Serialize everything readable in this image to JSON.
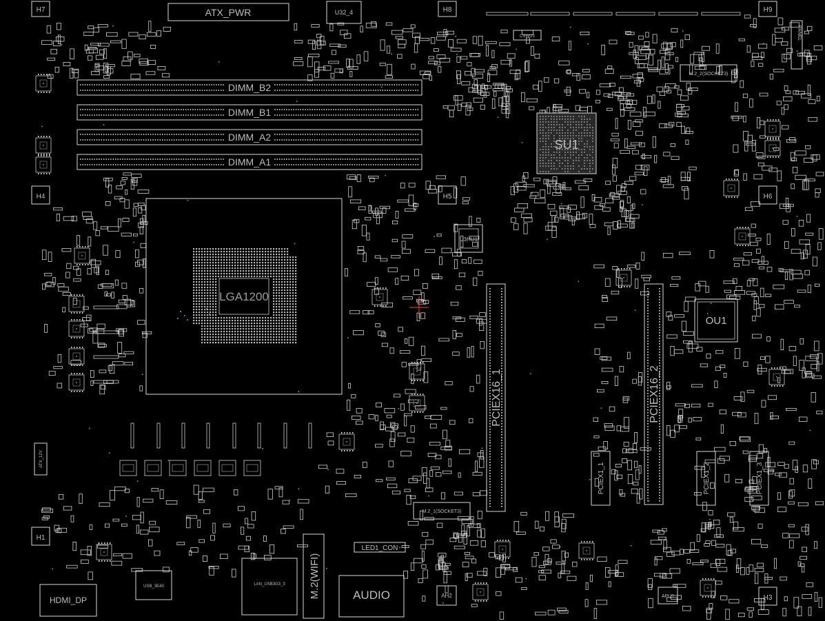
{
  "labels": {
    "atx_pwr": "ATX_PWR",
    "u32_4": "U32_4",
    "dimm_b2": "DIMM_B2",
    "dimm_b1": "DIMM_B1",
    "dimm_a2": "DIMM_A2",
    "dimm_a1": "DIMM_A1",
    "cpu": "LGA1200",
    "su1": "SU1",
    "u3hu1": "U3HU1",
    "ou1": "OU1",
    "pciex16_1": "PCIEX16_1",
    "pciex16_2": "PCIEX16_2",
    "pciex1_1": "PCIEX1_1",
    "pciex1_2": "PCIEX1_2",
    "pciex1_3": "PCIEX1_3",
    "m2_2": "M.2_2(SOCKET3)",
    "m2_1": "M.2_1(SOCKET3)",
    "m2_wifi": "M.2(WIFI)",
    "led1_con": "LED1_CON",
    "audio": "AUDIO",
    "hdmi_dp": "HDMI_DP",
    "usb_3": "USB_3E40",
    "lan_usb": "LAN_USB3G3_3",
    "atx_12v": "ATX_12V",
    "panel": "PANEL",
    "ah2": "AH2",
    "apu1": "APU1",
    "csw": "CSWU3",
    "holes": [
      "H7",
      "H8",
      "H9",
      "H4",
      "H5",
      "H6",
      "H1",
      "H3"
    ]
  },
  "colors": {
    "background": "#000000",
    "outline": "#d9d9d9",
    "label": "#bdbdbd",
    "marker": "#ff4040",
    "via": "#2aa39a"
  }
}
